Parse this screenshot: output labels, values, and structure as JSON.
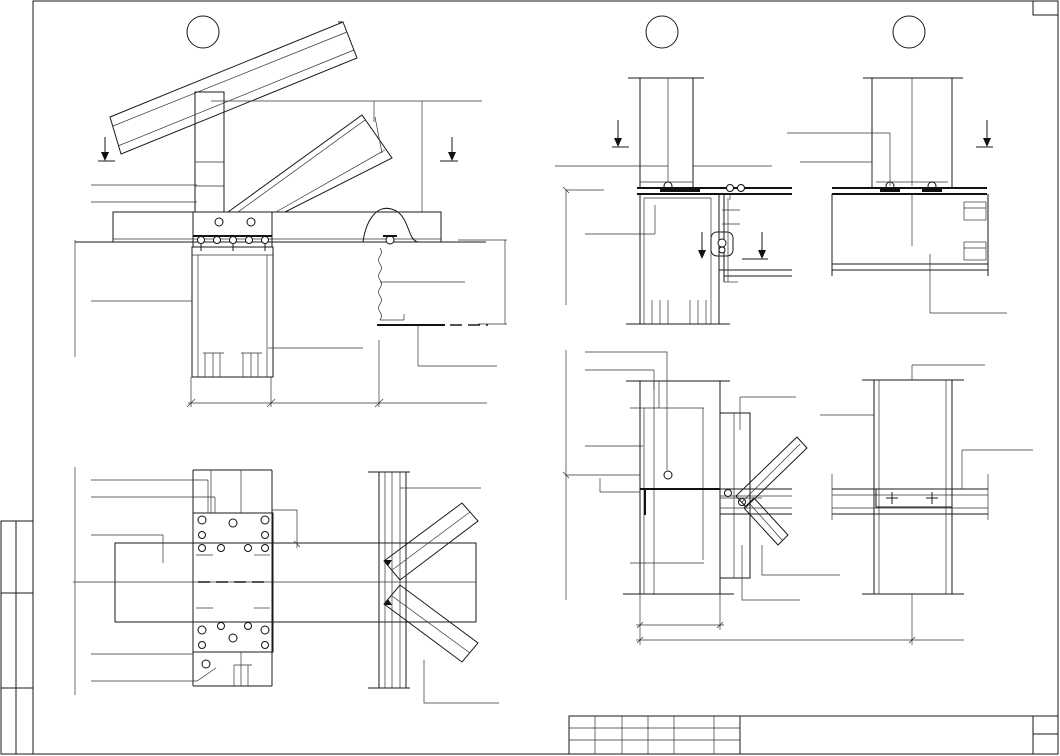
{
  "drawing": {
    "colors": {
      "line": "#1a1a1a",
      "paper": "#ffffff"
    },
    "callouts": [
      {
        "id": "left-detail",
        "label": ""
      },
      {
        "id": "middle-detail",
        "label": ""
      },
      {
        "id": "right-detail",
        "label": ""
      }
    ],
    "title_block": {
      "text": ""
    }
  }
}
